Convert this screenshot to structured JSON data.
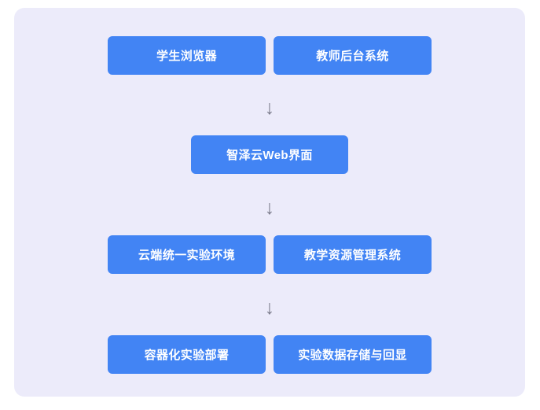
{
  "diagram": {
    "type": "flowchart",
    "orientation": "top-to-bottom",
    "panel_background": "#ecebfa",
    "node_color": "#4284f4",
    "node_text_color": "#ffffff",
    "arrow_color": "#7c7c8c",
    "arrow_glyph": "↓",
    "rows": [
      {
        "nodes": [
          {
            "label": "学生浏览器"
          },
          {
            "label": "教师后台系统"
          }
        ]
      },
      {
        "nodes": [
          {
            "label": "智泽云Web界面"
          }
        ]
      },
      {
        "nodes": [
          {
            "label": "云端统一实验环境"
          },
          {
            "label": "教学资源管理系统"
          }
        ]
      },
      {
        "nodes": [
          {
            "label": "容器化实验部署"
          },
          {
            "label": "实验数据存储与回显"
          }
        ]
      }
    ],
    "connectors": [
      {
        "glyph": "↓"
      },
      {
        "glyph": "↓"
      },
      {
        "glyph": "↓"
      }
    ]
  }
}
